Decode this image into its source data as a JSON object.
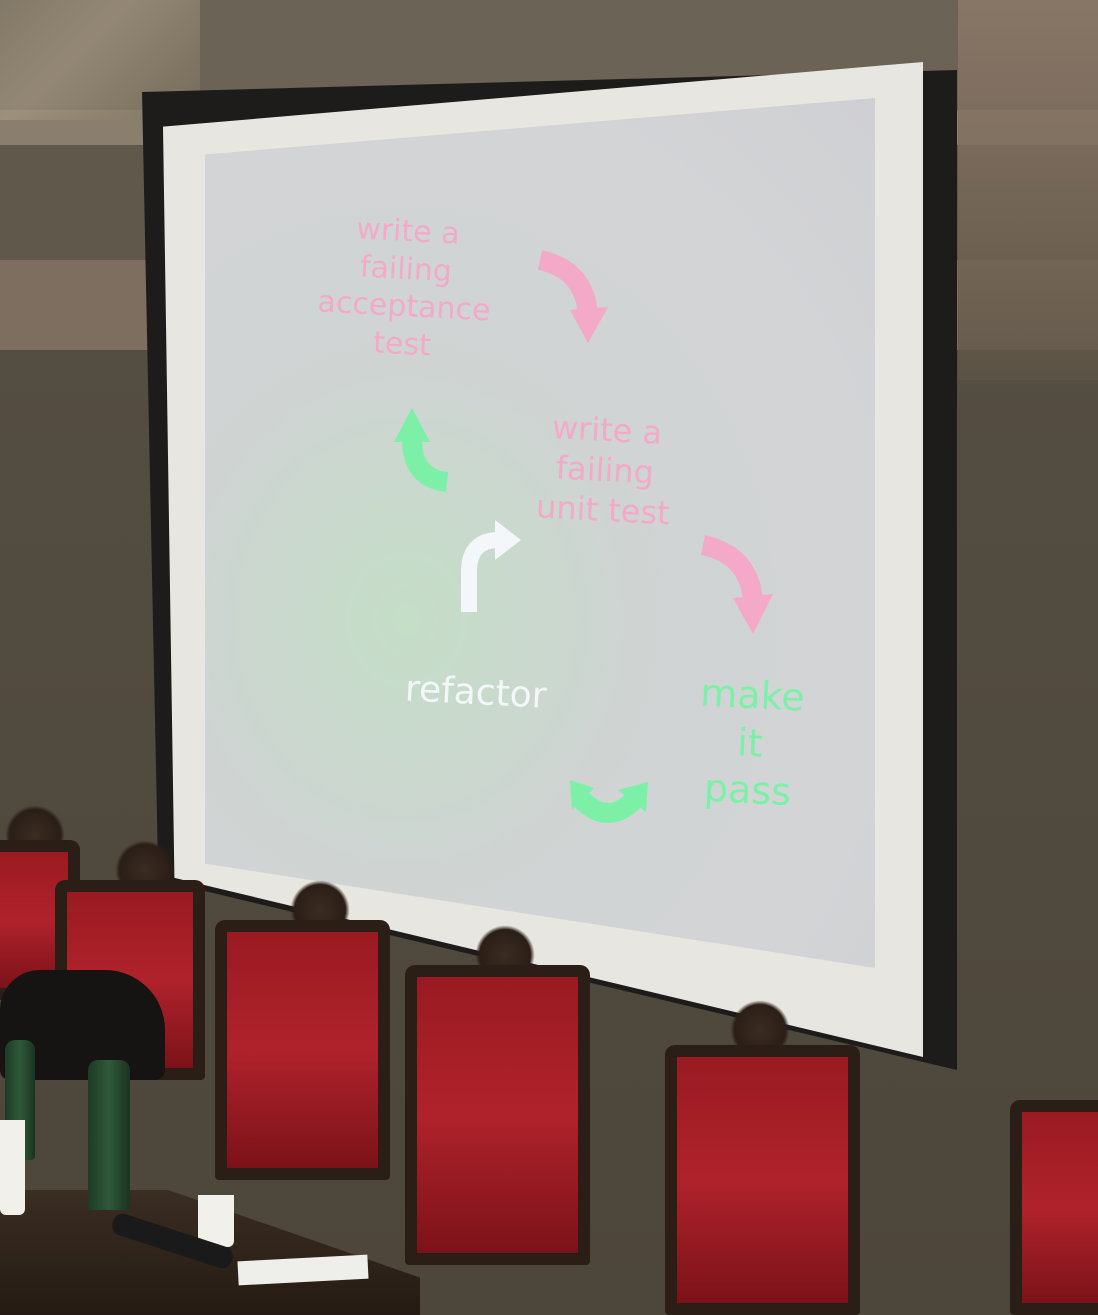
{
  "slide": {
    "acceptance_test": "write a failing\nacceptance\ntest",
    "unit_test": "write a\nfailing\nunit test",
    "refactor": "refactor",
    "make_it_pass": "make it\npass"
  },
  "colors": {
    "pink": "#f4a9c9",
    "green": "#7df0a8",
    "white": "#f4f7f9",
    "chair_red": "#b0222b"
  },
  "icons": {
    "pink_arrows": "curved-arrow-down-icon",
    "green_arrows": "curved-arrow-icon",
    "white_arrow": "curved-arrow-up-icon"
  }
}
